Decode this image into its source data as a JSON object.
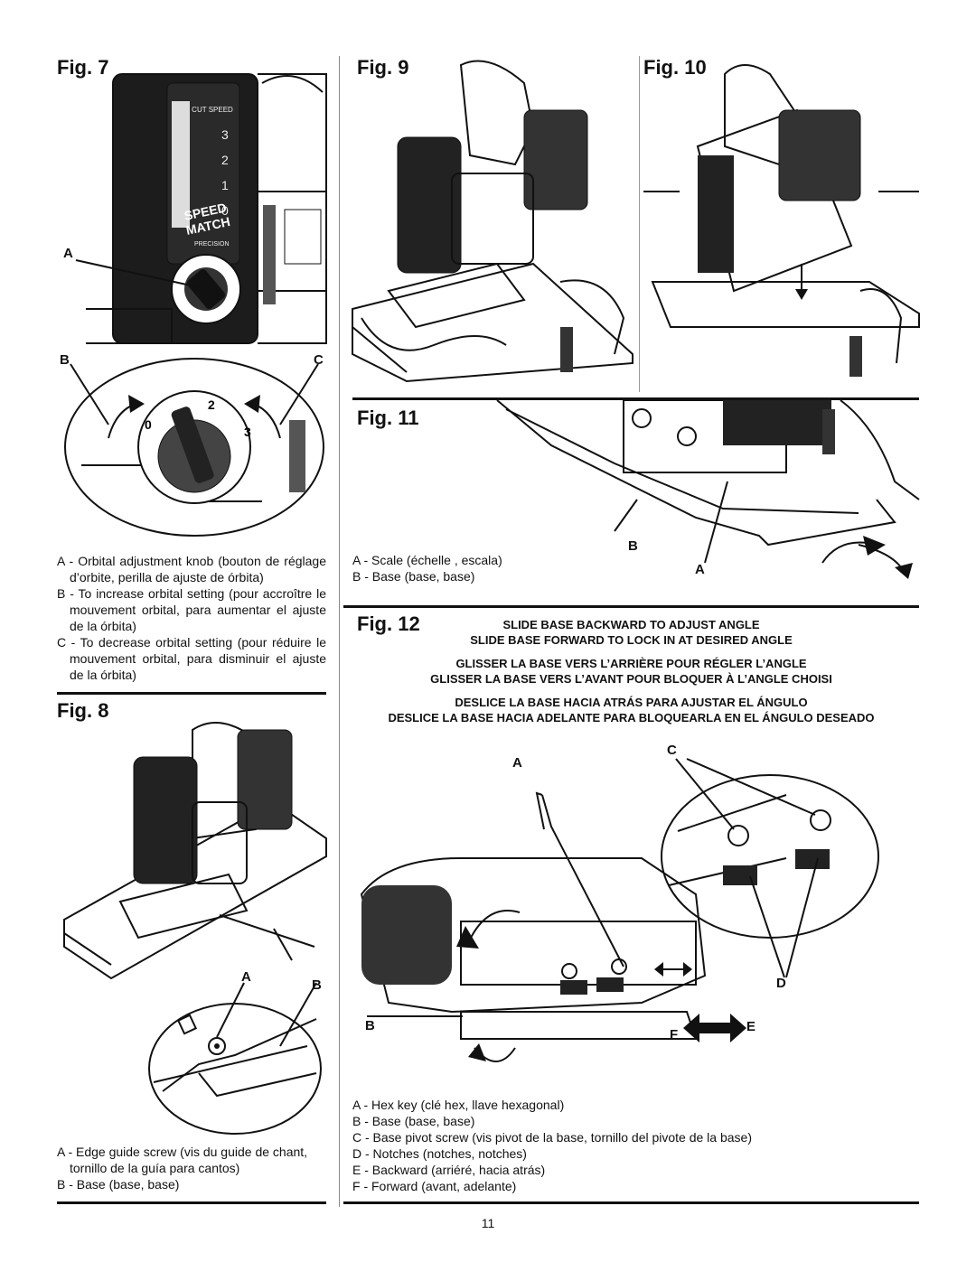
{
  "figures": {
    "fig7": "Fig. 7",
    "fig8": "Fig. 8",
    "fig9": "Fig. 9",
    "fig10": "Fig. 10",
    "fig11": "Fig. 11",
    "fig12": "Fig. 12"
  },
  "fig7_callouts": {
    "A": "A",
    "B": "B",
    "C": "C"
  },
  "fig7_dial": {
    "title": "CUT SPEED",
    "ticks": [
      "3",
      "2",
      "1",
      "0"
    ],
    "brand1": "PRECISION",
    "brand2": "SPEED",
    "brand3": "MATCH",
    "orbital_marks": [
      "0",
      "2",
      "3"
    ]
  },
  "fig7_legend": [
    "A - Orbital adjustment knob (bouton de réglage d’orbite, perilla de ajuste de órbita)",
    "B - To increase orbital setting (pour accroître le mouvement orbital, para aumentar el ajuste de la órbita)",
    "C - To decrease orbital setting (pour réduire le mouvement orbital, para disminuir el ajuste de la órbita)"
  ],
  "fig8_callouts": {
    "A": "A",
    "B": "B"
  },
  "fig8_legend": [
    "A - Edge guide screw (vis du guide de chant, tornillo de la guía para cantos)",
    "B - Base (base, base)"
  ],
  "fig11_callouts": {
    "A": "A",
    "B": "B"
  },
  "fig11_legend": [
    "A - Scale (échelle , escala)",
    "B - Base (base, base)"
  ],
  "fig12_headings": [
    "SLIDE BASE BACKWARD TO ADJUST ANGLE",
    "SLIDE BASE FORWARD TO LOCK IN AT DESIRED ANGLE",
    "GLISSER LA BASE VERS L’ARRIÈRE POUR RÉGLER L’ANGLE",
    "GLISSER LA BASE VERS L’AVANT POUR BLOQUER À L’ANGLE CHOISI",
    "DESLICE LA BASE HACIA ATRÁS PARA AJUSTAR EL ÁNGULO",
    "DESLICE LA BASE HACIA ADELANTE PARA BLOQUEARLA EN EL ÁNGULO DESEADO"
  ],
  "fig12_callouts": {
    "A": "A",
    "B": "B",
    "C": "C",
    "D": "D",
    "E": "E",
    "F": "F"
  },
  "fig12_legend": [
    "A - Hex key (clé hex, llave hexagonal)",
    "B - Base (base, base)",
    "C - Base pivot screw (vis pivot de la base, tornillo del pivote de la base)",
    "D - Notches (notches, notches)",
    "E - Backward (arriéré, hacia atrás)",
    "F - Forward (avant, adelante)"
  ],
  "page_number": "11"
}
